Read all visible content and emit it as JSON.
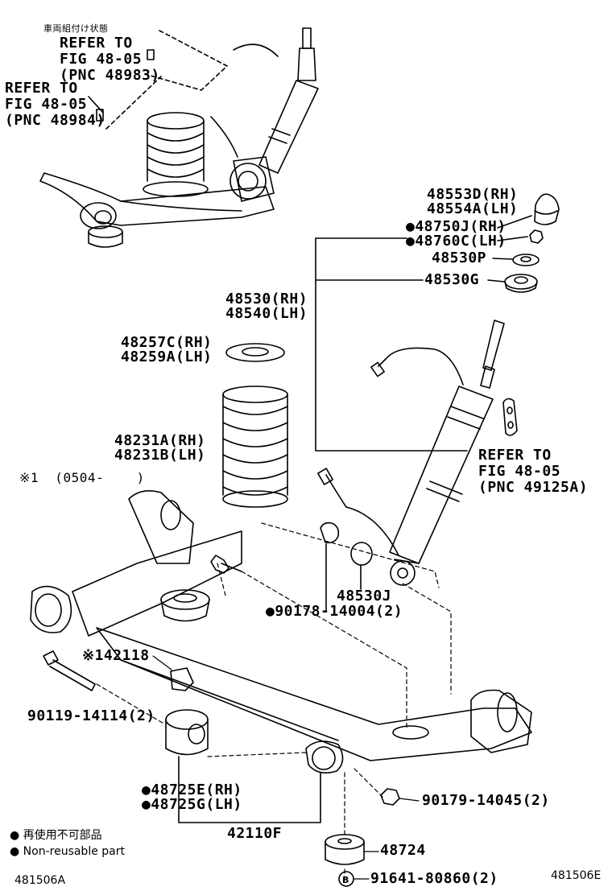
{
  "top_note": "車両組付け状態",
  "refer_a": [
    "REFER TO",
    "FIG 48-05",
    "(PNC 48983)"
  ],
  "refer_b": [
    "REFER TO",
    "FIG 48-05",
    "(PNC 48984)"
  ],
  "refer_c": [
    "REFER TO",
    "FIG 48-05",
    "(PNC 49125A)"
  ],
  "parts": {
    "p48553": [
      "48553D(RH)",
      "48554A(LH)"
    ],
    "p48750": [
      "●48750J(RH)",
      "●48760C(LH)"
    ],
    "p48530P": "48530P",
    "p48530G": "48530G",
    "p48530": [
      "48530(RH)",
      "48540(LH)"
    ],
    "p48257": [
      "48257C(RH)",
      "48259A(LH)"
    ],
    "p48231": [
      "48231A(RH)",
      "48231B(LH)"
    ],
    "note1": "※1  (0504-    )",
    "p48530J": "48530J",
    "p90178": "●90178-14004(2)",
    "p42118": "※142118",
    "p90119": "90119-14114(2)",
    "p48725": [
      "●48725E(RH)",
      "●48725G(LH)"
    ],
    "p42110F": "42110F",
    "p90179": "90179-14045(2)",
    "p48724": "48724",
    "p91641": "91641-80860(2)",
    "b_marker": "B"
  },
  "legend": [
    "● 再使用不可部品",
    "● Non-reusable part"
  ],
  "footer": {
    "left": "481506A",
    "right": "481506E"
  }
}
